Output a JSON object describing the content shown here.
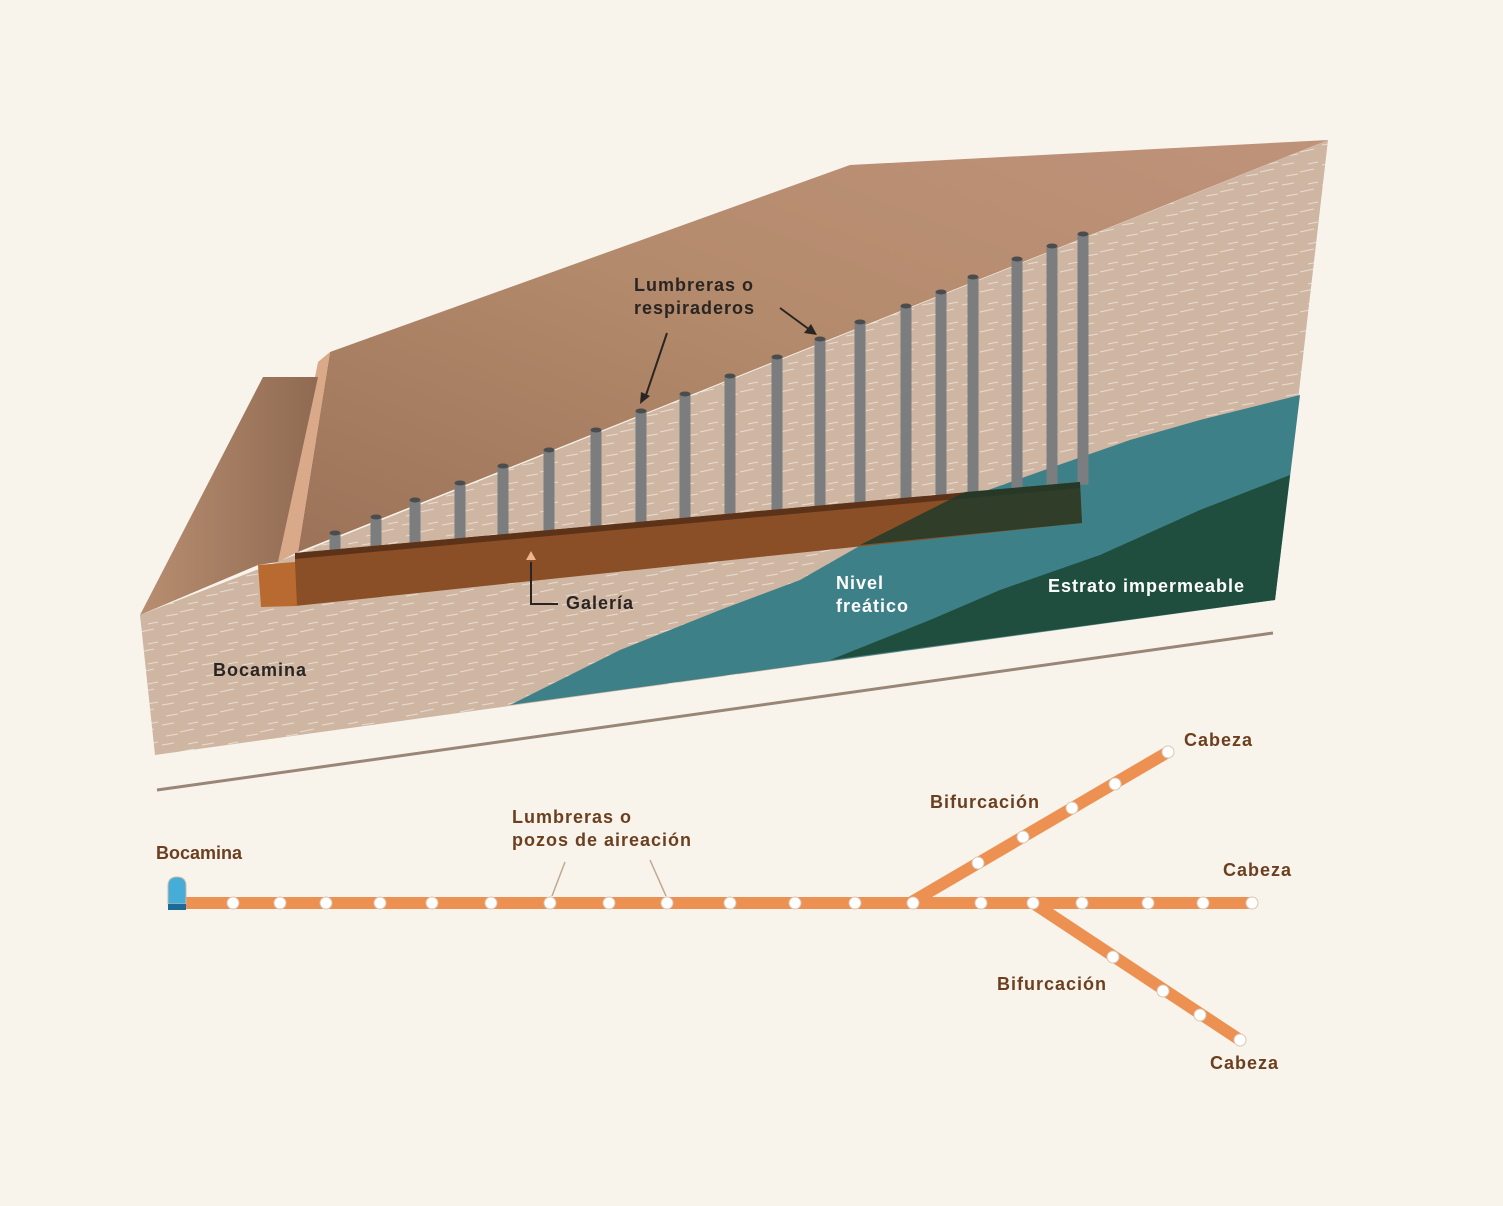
{
  "section_labels": {
    "lumbreras_line1": "Lumbreras o",
    "lumbreras_line2": "respiraderos",
    "galeria": "Galería",
    "bocamina": "Bocamina",
    "nivel_line1": "Nivel",
    "nivel_line2": "freático",
    "estrato": "Estrato impermeable"
  },
  "plan_labels": {
    "bocamina": "Bocamina",
    "lumbreras_line1": "Lumbreras o",
    "lumbreras_line2": "pozos de aireación",
    "bifurcacion_top": "Bifurcación",
    "bifurcacion_bottom": "Bifurcación",
    "cabeza_top": "Cabeza",
    "cabeza_middle": "Cabeza",
    "cabeza_bottom": "Cabeza"
  },
  "colors": {
    "background": "#f8f4ec",
    "soil_top": "#b48a6c",
    "soil_section": "#cfb6a3",
    "water": "#3e8088",
    "impermeable": "#1f4e3e",
    "gallery": "#8a4f26",
    "shaft": "#7b7d7f",
    "plan_line": "#ec9152",
    "entrance": "#46acd8",
    "label_brown": "#6b3f1f"
  }
}
